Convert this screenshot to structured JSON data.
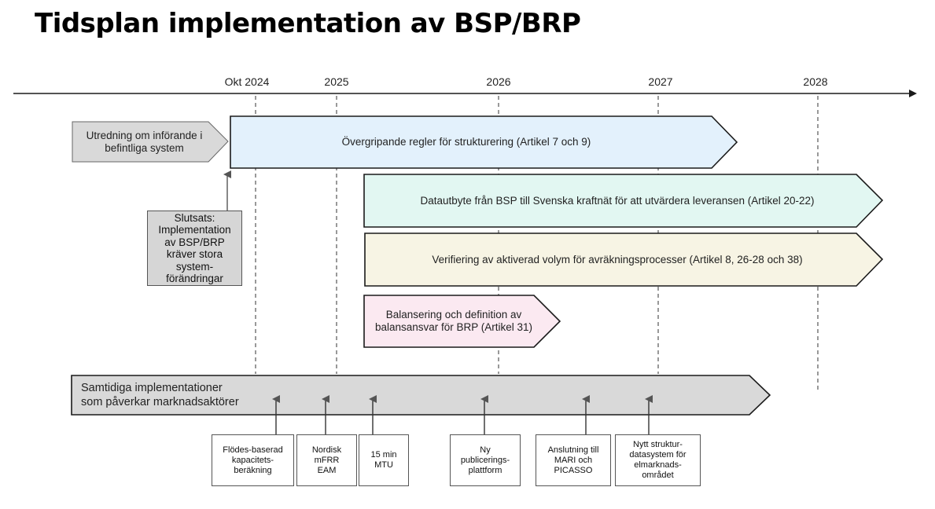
{
  "title": "Tidsplan implementation av BSP/BRP",
  "timeline": {
    "ticks": [
      "Okt 2024",
      "2025",
      "2026",
      "2027",
      "2028"
    ]
  },
  "colors": {
    "gray": "#d9d9d9",
    "blue": "#e3f1fc",
    "mint": "#e2f7f2",
    "cream": "#f7f4e4",
    "pink": "#fbe9f1",
    "outline": "#1a1a1a"
  },
  "bars": {
    "utredning": "Utredning om införande i\nbefintliga system",
    "overgripande": "Övergripande regler för strukturering (Artikel 7 och 9)",
    "datautbyte": "Datautbyte från BSP till Svenska kraftnät för att utvärdera leveransen (Artikel 20-22)",
    "verifiering": "Verifiering av aktiverad volym för avräkningsprocesser (Artikel 8, 26-28 och 38)",
    "balansering": "Balansering och definition av\nbalansansvar för BRP (Artikel 31)",
    "samtidiga": "Samtidiga implementationer\nsom påverkar marknadsaktörer"
  },
  "note": "Slutsats:\nImplementation\nav BSP/BRP\nkräver stora\nsystem-\nförändringar",
  "milestones": [
    "Flödes-baserad\nkapacitets-\nberäkning",
    "Nordisk\nmFRR\nEAM",
    "15 min\nMTU",
    "Ny\npublicerings-\nplattform",
    "Anslutning till\nMARI och\nPICASSO",
    "Nytt struktur-\ndatasystem för\nelmarknads-\nområdet"
  ]
}
